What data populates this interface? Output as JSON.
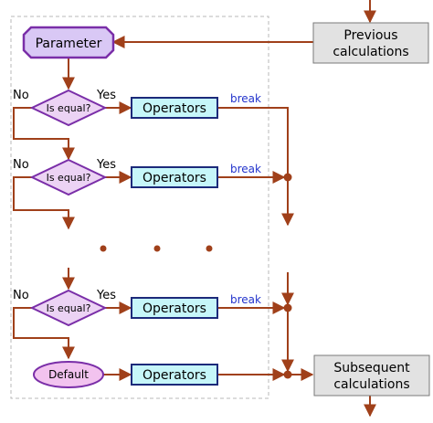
{
  "parameter": "Parameter",
  "previous": [
    "Previous",
    "calculations"
  ],
  "subsequent": [
    "Subsequent",
    "calculations"
  ],
  "yes": "Yes",
  "no": "No",
  "condition": "Is equal?",
  "operators": "Operators",
  "break_label": "break",
  "default": "Default",
  "colors": {
    "arrow": "#a0401a",
    "diamond_fill": "#ecd3f4",
    "node_border": "#7a2ea8",
    "param_fill": "#d9c8f5",
    "operators_fill": "#c6f6f9",
    "operators_border": "#1c2a7a",
    "gray_box": "#e2e2e2",
    "break_text": "#2233cc"
  }
}
